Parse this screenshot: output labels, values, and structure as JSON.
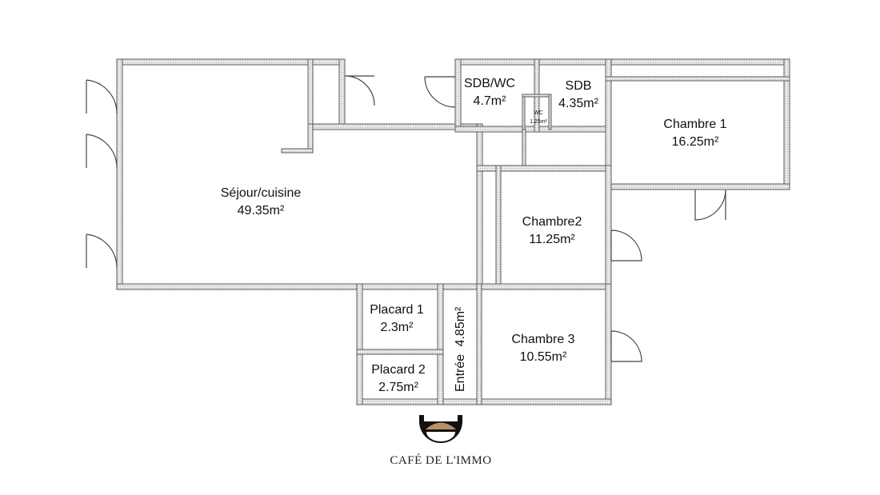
{
  "rooms": [
    {
      "key": "sejour",
      "name": "Séjour/cuisine",
      "area": "49.35m²"
    },
    {
      "key": "sdbwc",
      "name": "SDB/WC",
      "area": "4.7m²"
    },
    {
      "key": "sdb",
      "name": "SDB",
      "area": "4.35m²"
    },
    {
      "key": "wc",
      "name": "WC",
      "area": "1.25m²"
    },
    {
      "key": "chambre1",
      "name": "Chambre 1",
      "area": "16.25m²"
    },
    {
      "key": "chambre2",
      "name": "Chambre2",
      "area": "11.25m²"
    },
    {
      "key": "chambre3",
      "name": "Chambre 3",
      "area": "10.55m²"
    },
    {
      "key": "placard1",
      "name": "Placard 1",
      "area": "2.3m²"
    },
    {
      "key": "placard2",
      "name": "Placard 2",
      "area": "2.75m²"
    },
    {
      "key": "entree",
      "name": "Entrée",
      "area": "4.85m²"
    }
  ],
  "brand": {
    "name": "CAFÉ DE L'IMMO",
    "colors": {
      "bowl": "#111111",
      "coffee": "#b89063"
    }
  },
  "colors": {
    "wall_fill": "#e6e6e6",
    "wall_stroke": "#5a5a5a",
    "door": "#444444"
  }
}
